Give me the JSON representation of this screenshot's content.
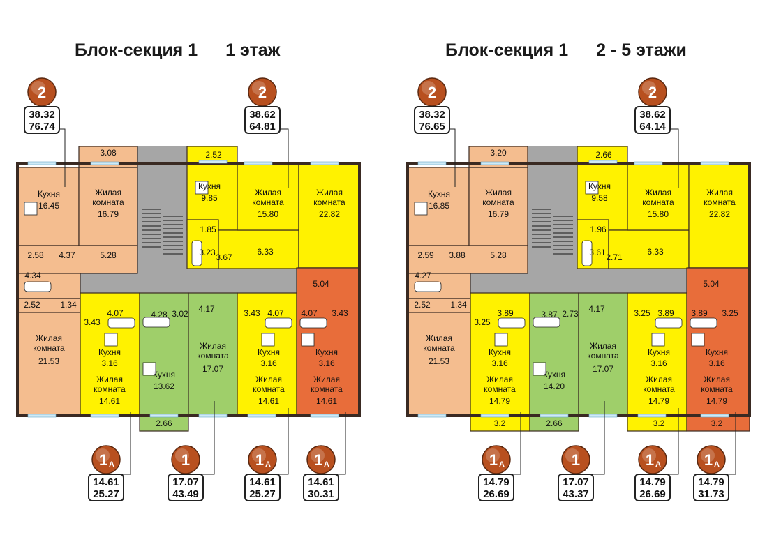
{
  "titles": {
    "left": {
      "section": "Блок-секция 1",
      "floor": "1 этаж"
    },
    "right": {
      "section": "Блок-секция 1",
      "floor": "2 - 5 этажи"
    }
  },
  "colors": {
    "peach": "#f4bd8f",
    "yellow": "#fff200",
    "orange": "#e86d3a",
    "green": "#9fcf6a",
    "gray": "#a6a6a6",
    "wall": "#3a2a22",
    "badge": "#b8501f"
  },
  "plans": [
    {
      "name": "floor-1",
      "room_labels": [
        "Кухня",
        "16.45",
        "Жилая",
        "комната",
        "16.79",
        "Кухня",
        "9.85",
        "Жилая",
        "комната",
        "15.80",
        "Жилая",
        "комната",
        "22.82",
        "Жилая",
        "комната",
        "21.53",
        "Кухня",
        "3.16",
        "Жилая",
        "комната",
        "14.61",
        "Кухня",
        "13.62",
        "Жилая",
        "комната",
        "17.07",
        "Кухня",
        "3.16",
        "Жилая",
        "комната",
        "14.61",
        "Кухня",
        "3.16",
        "Жилая",
        "комната",
        "14.61"
      ],
      "areas": [
        "3.08",
        "2.52",
        "5.28",
        "2.58",
        "4.37",
        "4.34",
        "2.52",
        "1.34",
        "1.85",
        "3.23",
        "3.67",
        "6.33",
        "5.04",
        "4.07",
        "3.43",
        "4.28",
        "3.02",
        "4.17",
        "3.43",
        "4.07",
        "4.07",
        "3.43",
        "2.66"
      ],
      "badges": [
        {
          "rooms": "2",
          "sub": "",
          "living": "38.32",
          "total": "76.74"
        },
        {
          "rooms": "2",
          "sub": "",
          "living": "38.62",
          "total": "64.81"
        },
        {
          "rooms": "1",
          "sub": "А",
          "living": "14.61",
          "total": "25.27"
        },
        {
          "rooms": "1",
          "sub": "",
          "living": "17.07",
          "total": "43.49"
        },
        {
          "rooms": "1",
          "sub": "А",
          "living": "14.61",
          "total": "25.27"
        },
        {
          "rooms": "1",
          "sub": "А",
          "living": "14.61",
          "total": "30.31"
        }
      ]
    },
    {
      "name": "floors-2-5",
      "room_labels": [
        "Кухня",
        "16.85",
        "Жилая",
        "комната",
        "16.79",
        "Кухня",
        "9.58",
        "Жилая",
        "комната",
        "15.80",
        "Жилая",
        "комната",
        "22.82",
        "Жилая",
        "комната",
        "21.53",
        "Кухня",
        "3.16",
        "Жилая",
        "комната",
        "14.79",
        "Кухня",
        "14.20",
        "Жилая",
        "комната",
        "17.07",
        "Кухня",
        "3.16",
        "Жилая",
        "комната",
        "14.79",
        "Кухня",
        "3.16",
        "Жилая",
        "комната",
        "14.79"
      ],
      "areas": [
        "3.20",
        "2.66",
        "5.28",
        "2.59",
        "3.88",
        "4.27",
        "2.52",
        "1.34",
        "1.96",
        "3.61",
        "2.71",
        "6.33",
        "5.04",
        "3.89",
        "3.25",
        "3.87",
        "2.73",
        "4.17",
        "3.25",
        "3.89",
        "3.89",
        "3.25",
        "3.2",
        "2.66",
        "3.2",
        "3.2"
      ],
      "badges": [
        {
          "rooms": "2",
          "sub": "",
          "living": "38.32",
          "total": "76.65"
        },
        {
          "rooms": "2",
          "sub": "",
          "living": "38.62",
          "total": "64.14"
        },
        {
          "rooms": "1",
          "sub": "А",
          "living": "14.79",
          "total": "26.69"
        },
        {
          "rooms": "1",
          "sub": "",
          "living": "17.07",
          "total": "43.37"
        },
        {
          "rooms": "1",
          "sub": "А",
          "living": "14.79",
          "total": "26.69"
        },
        {
          "rooms": "1",
          "sub": "А",
          "living": "14.79",
          "total": "31.73"
        }
      ]
    }
  ]
}
